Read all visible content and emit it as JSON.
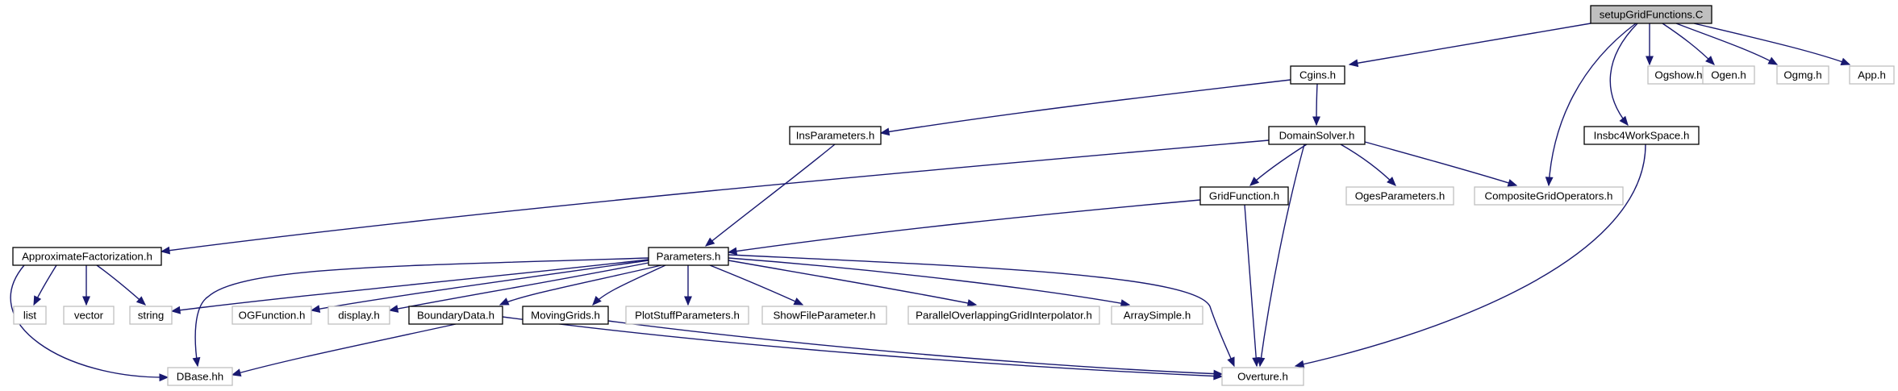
{
  "colors": {
    "edge": "#191970",
    "root_fill": "#bfbfbf",
    "documented_border": "#000000",
    "undocumented_border": "#bfbfbf",
    "node_fill": "#ffffff"
  },
  "graph": {
    "nodes": [
      {
        "id": "setupGridFunctions",
        "label": "setupGridFunctions.C",
        "style": "root"
      },
      {
        "id": "Cgins",
        "label": "Cgins.h",
        "style": "documented"
      },
      {
        "id": "Ogshow",
        "label": "Ogshow.h",
        "style": "external"
      },
      {
        "id": "Ogen",
        "label": "Ogen.h",
        "style": "external"
      },
      {
        "id": "Ogmg",
        "label": "Ogmg.h",
        "style": "external"
      },
      {
        "id": "App",
        "label": "App.h",
        "style": "external"
      },
      {
        "id": "InsParameters",
        "label": "InsParameters.h",
        "style": "documented"
      },
      {
        "id": "DomainSolver",
        "label": "DomainSolver.h",
        "style": "documented"
      },
      {
        "id": "Insbc4WorkSpace",
        "label": "Insbc4WorkSpace.h",
        "style": "documented"
      },
      {
        "id": "GridFunction",
        "label": "GridFunction.h",
        "style": "documented"
      },
      {
        "id": "OgesParameters",
        "label": "OgesParameters.h",
        "style": "external"
      },
      {
        "id": "CompositeGridOperators",
        "label": "CompositeGridOperators.h",
        "style": "external"
      },
      {
        "id": "ApproximateFactorization",
        "label": "ApproximateFactorization.h",
        "style": "documented"
      },
      {
        "id": "Parameters",
        "label": "Parameters.h",
        "style": "documented"
      },
      {
        "id": "list",
        "label": "list",
        "style": "external"
      },
      {
        "id": "vector",
        "label": "vector",
        "style": "external"
      },
      {
        "id": "string",
        "label": "string",
        "style": "external"
      },
      {
        "id": "OGFunction",
        "label": "OGFunction.h",
        "style": "external"
      },
      {
        "id": "display",
        "label": "display.h",
        "style": "external"
      },
      {
        "id": "BoundaryData",
        "label": "BoundaryData.h",
        "style": "documented"
      },
      {
        "id": "MovingGrids",
        "label": "MovingGrids.h",
        "style": "documented"
      },
      {
        "id": "PlotStuffParameters",
        "label": "PlotStuffParameters.h",
        "style": "external"
      },
      {
        "id": "ShowFileParameter",
        "label": "ShowFileParameter.h",
        "style": "external"
      },
      {
        "id": "ParallelOverlappingGridInterpolator",
        "label": "ParallelOverlappingGridInterpolator.h",
        "style": "external"
      },
      {
        "id": "ArraySimple",
        "label": "ArraySimple.h",
        "style": "external"
      },
      {
        "id": "DBase",
        "label": "DBase.hh",
        "style": "external"
      },
      {
        "id": "Overture",
        "label": "Overture.h",
        "style": "external"
      }
    ],
    "edges": [
      {
        "from": "setupGridFunctions",
        "to": "Cgins"
      },
      {
        "from": "setupGridFunctions",
        "to": "Ogshow"
      },
      {
        "from": "setupGridFunctions",
        "to": "Ogen"
      },
      {
        "from": "setupGridFunctions",
        "to": "Ogmg"
      },
      {
        "from": "setupGridFunctions",
        "to": "App"
      },
      {
        "from": "setupGridFunctions",
        "to": "CompositeGridOperators"
      },
      {
        "from": "setupGridFunctions",
        "to": "Insbc4WorkSpace"
      },
      {
        "from": "Cgins",
        "to": "InsParameters"
      },
      {
        "from": "Cgins",
        "to": "DomainSolver"
      },
      {
        "from": "InsParameters",
        "to": "Parameters"
      },
      {
        "from": "DomainSolver",
        "to": "ApproximateFactorization"
      },
      {
        "from": "DomainSolver",
        "to": "GridFunction"
      },
      {
        "from": "DomainSolver",
        "to": "OgesParameters"
      },
      {
        "from": "DomainSolver",
        "to": "CompositeGridOperators"
      },
      {
        "from": "DomainSolver",
        "to": "Overture"
      },
      {
        "from": "Insbc4WorkSpace",
        "to": "Overture"
      },
      {
        "from": "GridFunction",
        "to": "Parameters"
      },
      {
        "from": "GridFunction",
        "to": "Overture"
      },
      {
        "from": "ApproximateFactorization",
        "to": "list"
      },
      {
        "from": "ApproximateFactorization",
        "to": "vector"
      },
      {
        "from": "ApproximateFactorization",
        "to": "string"
      },
      {
        "from": "ApproximateFactorization",
        "to": "DBase"
      },
      {
        "from": "Parameters",
        "to": "string"
      },
      {
        "from": "Parameters",
        "to": "DBase"
      },
      {
        "from": "Parameters",
        "to": "OGFunction"
      },
      {
        "from": "Parameters",
        "to": "display"
      },
      {
        "from": "Parameters",
        "to": "BoundaryData"
      },
      {
        "from": "Parameters",
        "to": "MovingGrids"
      },
      {
        "from": "Parameters",
        "to": "PlotStuffParameters"
      },
      {
        "from": "Parameters",
        "to": "ShowFileParameter"
      },
      {
        "from": "Parameters",
        "to": "ParallelOverlappingGridInterpolator"
      },
      {
        "from": "Parameters",
        "to": "ArraySimple"
      },
      {
        "from": "Parameters",
        "to": "Overture"
      },
      {
        "from": "BoundaryData",
        "to": "DBase"
      },
      {
        "from": "BoundaryData",
        "to": "Overture"
      },
      {
        "from": "MovingGrids",
        "to": "Overture"
      }
    ]
  }
}
